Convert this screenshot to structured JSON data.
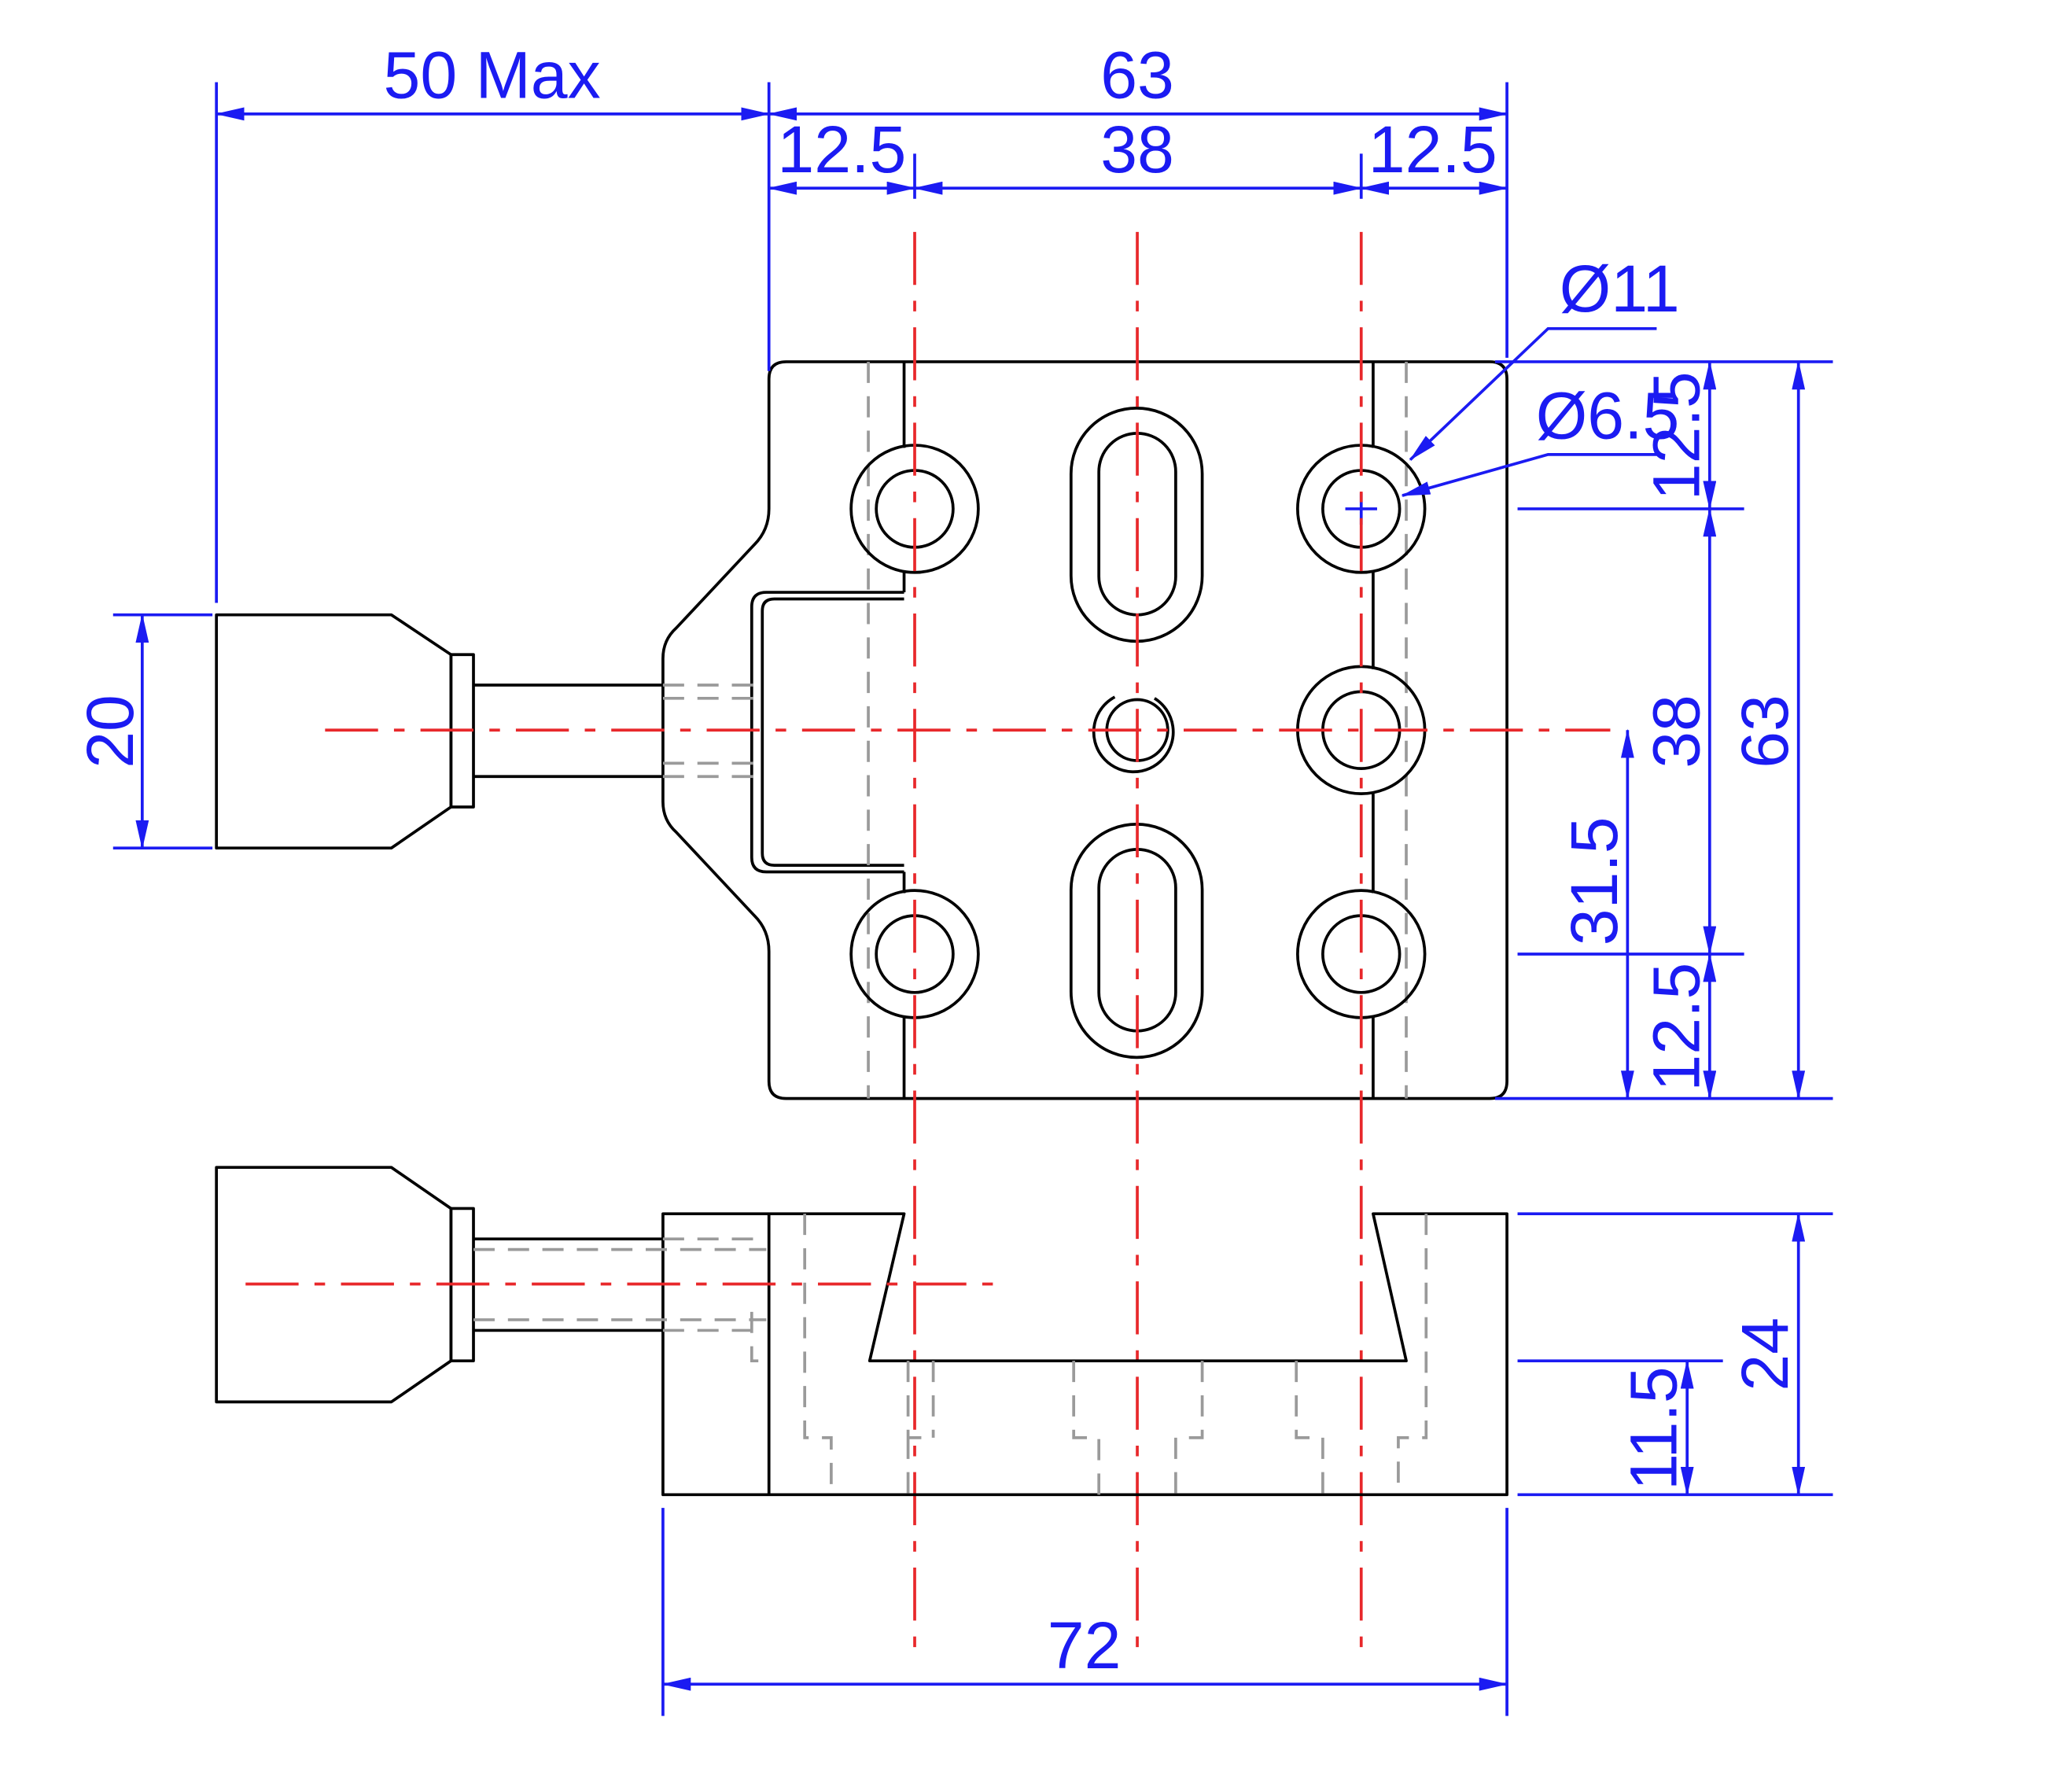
{
  "drawing": {
    "colors": {
      "object": "#000000",
      "hidden": "#9a9a9a",
      "center": "#e8282b",
      "dimension": "#1b1bf2",
      "background": "#ffffff"
    }
  },
  "dimensions": {
    "handle_extension": "50 Max",
    "overall_width_top": "63",
    "edge_offset_left": "12.5",
    "hole_spacing": "38",
    "edge_offset_right": "12.5",
    "hole_large_diameter": "Ø11",
    "hole_small_diameter": "Ø6.5",
    "knob_diameter": "20",
    "right_edge_offset_top": "12.5",
    "right_hole_spacing": "38",
    "overall_height": "63",
    "center_offset": "31.5",
    "right_edge_offset_bottom": "12.5",
    "front_height": "24",
    "front_base_height": "11.5",
    "front_width": "72"
  }
}
